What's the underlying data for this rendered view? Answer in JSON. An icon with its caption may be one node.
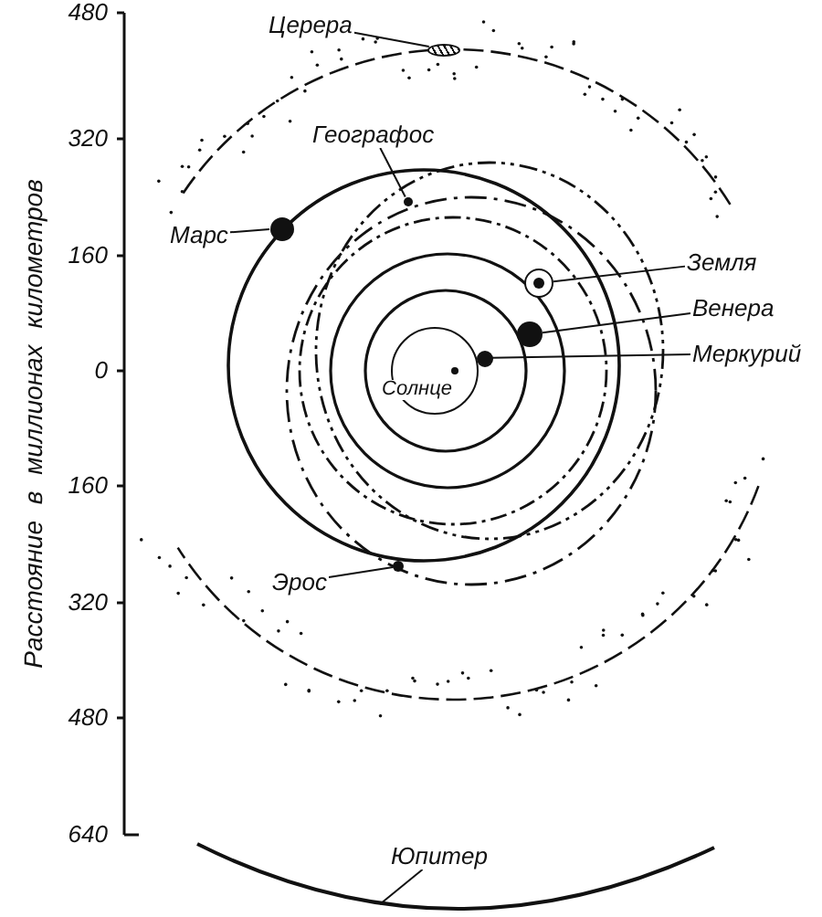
{
  "diagram": {
    "nodes": [
      {
        "text": [
          "Церера"
        ]
      },
      {
        "text": [],
        "shape": "ellipse"
      },
      {
        "text": [
          "Географос"
        ]
      },
      {
        "text": [],
        "shape": "circle"
      },
      {
        "text": [
          "Марс"
        ]
      },
      {
        "text": [],
        "shape": "circle"
      },
      {
        "text": [
          "Земля"
        ]
      },
      {
        "text": [],
        "shape": "circle"
      },
      {
        "text": [
          "Венера"
        ]
      },
      {
        "text": [],
        "shape": "circle"
      },
      {
        "text": [
          "Меркурий"
        ]
      },
      {
        "text": [],
        "shape": "circle"
      },
      {
        "text": [
          "Солнце"
        ]
      },
      {
        "text": [
          "Эрос"
        ]
      },
      {
        "text": [],
        "shape": "circle"
      },
      {
        "text": [
          "Юпитер"
        ]
      }
    ],
    "edges": [
      {
        "from": 0,
        "to": 1,
        "arrow": "none"
      },
      {
        "from": 2,
        "to": 3,
        "arrow": "none"
      },
      {
        "from": 4,
        "to": 5,
        "arrow": "none"
      },
      {
        "from": 6,
        "to": 7,
        "arrow": "none"
      },
      {
        "from": 8,
        "to": 9,
        "arrow": "none"
      },
      {
        "from": 10,
        "to": 11,
        "arrow": "none"
      },
      {
        "from": 13,
        "to": 14,
        "arrow": "none"
      },
      {
        "from": 15,
        "to": null,
        "arrow": "none"
      }
    ],
    "labels": [
      "Расстояние в миллионах километров",
      "480",
      "320",
      "160",
      "0",
      "160",
      "320",
      "480",
      "640"
    ]
  }
}
